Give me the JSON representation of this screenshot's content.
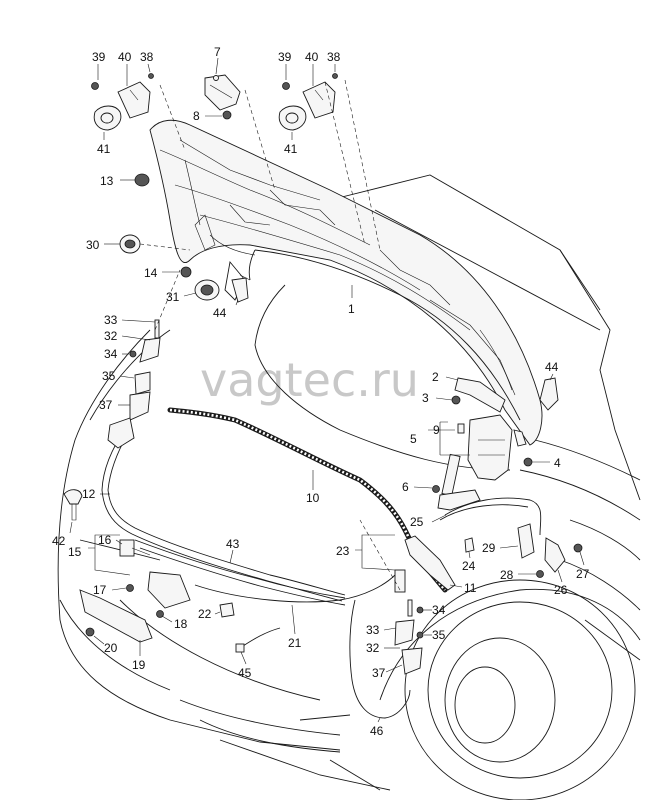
{
  "watermark": "vagtec.ru",
  "callouts": {
    "c1": "1",
    "c2": "2",
    "c3": "3",
    "c4": "4",
    "c5": "5",
    "c6": "6",
    "c7": "7",
    "c8": "8",
    "c9": "9",
    "c10": "10",
    "c11": "11",
    "c12": "12",
    "c13": "13",
    "c14": "14",
    "c15": "15",
    "c16": "16",
    "c17": "17",
    "c18": "18",
    "c19": "19",
    "c20": "20",
    "c21": "21",
    "c22": "22",
    "c23": "23",
    "c24": "24",
    "c25": "25",
    "c26": "26",
    "c27": "27",
    "c28": "28",
    "c29": "29",
    "c30": "30",
    "c31": "31",
    "c32": "32",
    "c33": "33",
    "c34": "34",
    "c35": "35",
    "c37": "37",
    "c38": "38",
    "c39": "39",
    "c40": "40",
    "c41": "41",
    "c42": "42",
    "c43": "43",
    "c44": "44",
    "c45": "45",
    "c46": "46"
  }
}
